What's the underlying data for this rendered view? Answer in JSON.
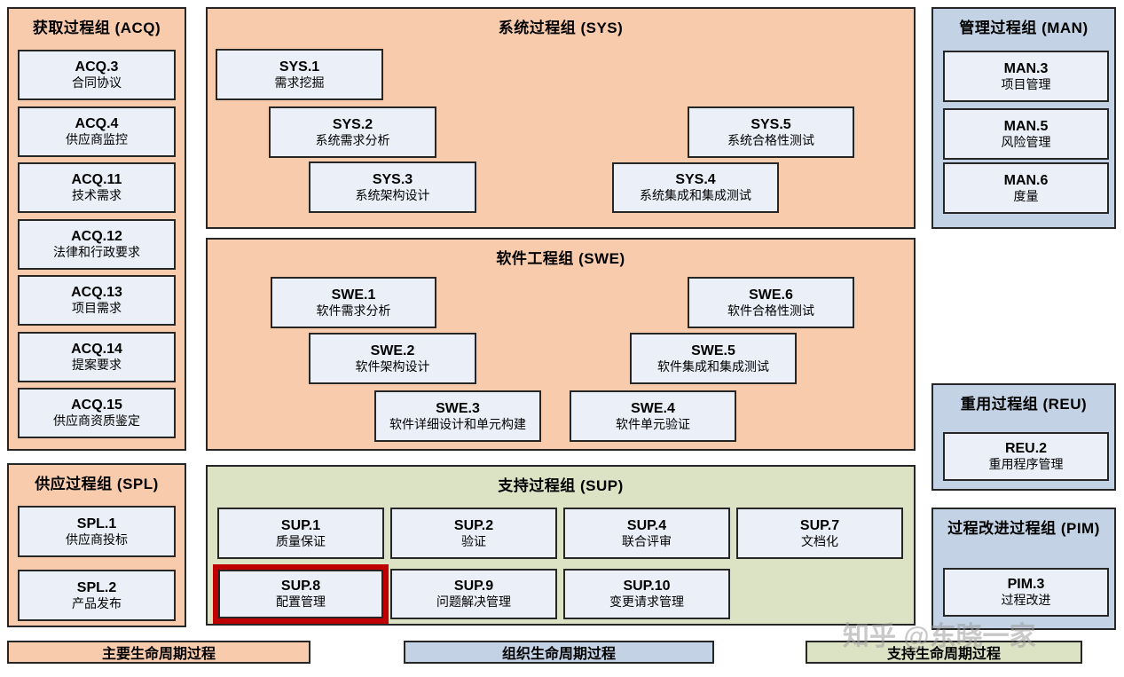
{
  "groups": {
    "acq": {
      "title": "获取过程组 (ACQ)",
      "boxes": [
        {
          "code": "ACQ.3",
          "label": "合同协议"
        },
        {
          "code": "ACQ.4",
          "label": "供应商监控"
        },
        {
          "code": "ACQ.11",
          "label": "技术需求"
        },
        {
          "code": "ACQ.12",
          "label": "法律和行政要求"
        },
        {
          "code": "ACQ.13",
          "label": "项目需求"
        },
        {
          "code": "ACQ.14",
          "label": "提案要求"
        },
        {
          "code": "ACQ.15",
          "label": "供应商资质鉴定"
        }
      ]
    },
    "spl": {
      "title": "供应过程组 (SPL)",
      "boxes": [
        {
          "code": "SPL.1",
          "label": "供应商投标"
        },
        {
          "code": "SPL.2",
          "label": "产品发布"
        }
      ]
    },
    "sys": {
      "title": "系统过程组 (SYS)",
      "boxes": [
        {
          "code": "SYS.1",
          "label": "需求挖掘"
        },
        {
          "code": "SYS.2",
          "label": "系统需求分析"
        },
        {
          "code": "SYS.3",
          "label": "系统架构设计"
        },
        {
          "code": "SYS.4",
          "label": "系统集成和集成测试"
        },
        {
          "code": "SYS.5",
          "label": "系统合格性测试"
        }
      ]
    },
    "swe": {
      "title": "软件工程组 (SWE)",
      "boxes": [
        {
          "code": "SWE.1",
          "label": "软件需求分析"
        },
        {
          "code": "SWE.2",
          "label": "软件架构设计"
        },
        {
          "code": "SWE.3",
          "label": "软件详细设计和单元构建"
        },
        {
          "code": "SWE.4",
          "label": "软件单元验证"
        },
        {
          "code": "SWE.5",
          "label": "软件集成和集成测试"
        },
        {
          "code": "SWE.6",
          "label": "软件合格性测试"
        }
      ]
    },
    "sup": {
      "title": "支持过程组 (SUP)",
      "boxes": [
        {
          "code": "SUP.1",
          "label": "质量保证"
        },
        {
          "code": "SUP.2",
          "label": "验证"
        },
        {
          "code": "SUP.4",
          "label": "联合评审"
        },
        {
          "code": "SUP.7",
          "label": "文档化"
        },
        {
          "code": "SUP.8",
          "label": "配置管理"
        },
        {
          "code": "SUP.9",
          "label": "问题解决管理"
        },
        {
          "code": "SUP.10",
          "label": "变更请求管理"
        }
      ]
    },
    "man": {
      "title": "管理过程组 (MAN)",
      "boxes": [
        {
          "code": "MAN.3",
          "label": "项目管理"
        },
        {
          "code": "MAN.5",
          "label": "风险管理"
        },
        {
          "code": "MAN.6",
          "label": "度量"
        }
      ]
    },
    "reu": {
      "title": "重用过程组 (REU)",
      "boxes": [
        {
          "code": "REU.2",
          "label": "重用程序管理"
        }
      ]
    },
    "pim": {
      "title": "过程改进过程组 (PIM)",
      "boxes": [
        {
          "code": "PIM.3",
          "label": "过程改进"
        }
      ]
    }
  },
  "legend": {
    "primary": "主要生命周期过程",
    "organizational": "组织生命周期过程",
    "supporting": "支持生命周期过程"
  },
  "highlighted_process": "SUP.8",
  "watermark": "知乎 @东晓一家",
  "colors": {
    "primary_group_bg": "#F8CBAD",
    "organizational_group_bg": "#C3D2E4",
    "supporting_group_bg": "#DCE3C5",
    "process_box_bg": "#EBF0F8",
    "border": "#262626",
    "highlight_border": "#C00000"
  }
}
